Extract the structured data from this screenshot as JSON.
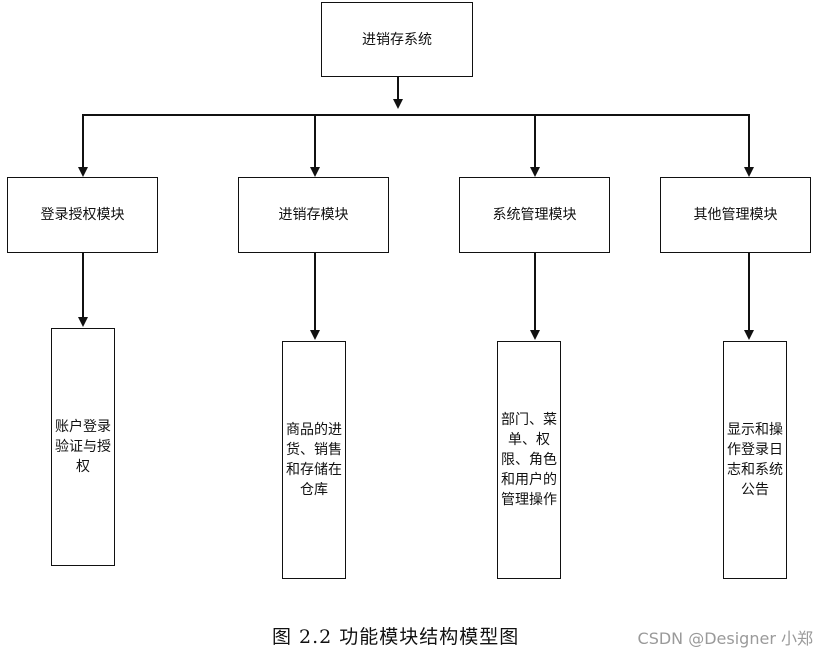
{
  "root": {
    "label": "进销存系统"
  },
  "modules": [
    {
      "label": "登录授权模块",
      "detail": "账户登录验证与授权"
    },
    {
      "label": "进销存模块",
      "detail": "商品的进货、销售和存储在仓库"
    },
    {
      "label": "系统管理模块",
      "detail": "部门、菜单、权限、角色和用户的管理操作"
    },
    {
      "label": "其他管理模块",
      "detail": "显示和操作登录日志和系统公告"
    }
  ],
  "caption": "图 2.2  功能模块结构模型图",
  "watermark": "CSDN @Designer 小郑"
}
